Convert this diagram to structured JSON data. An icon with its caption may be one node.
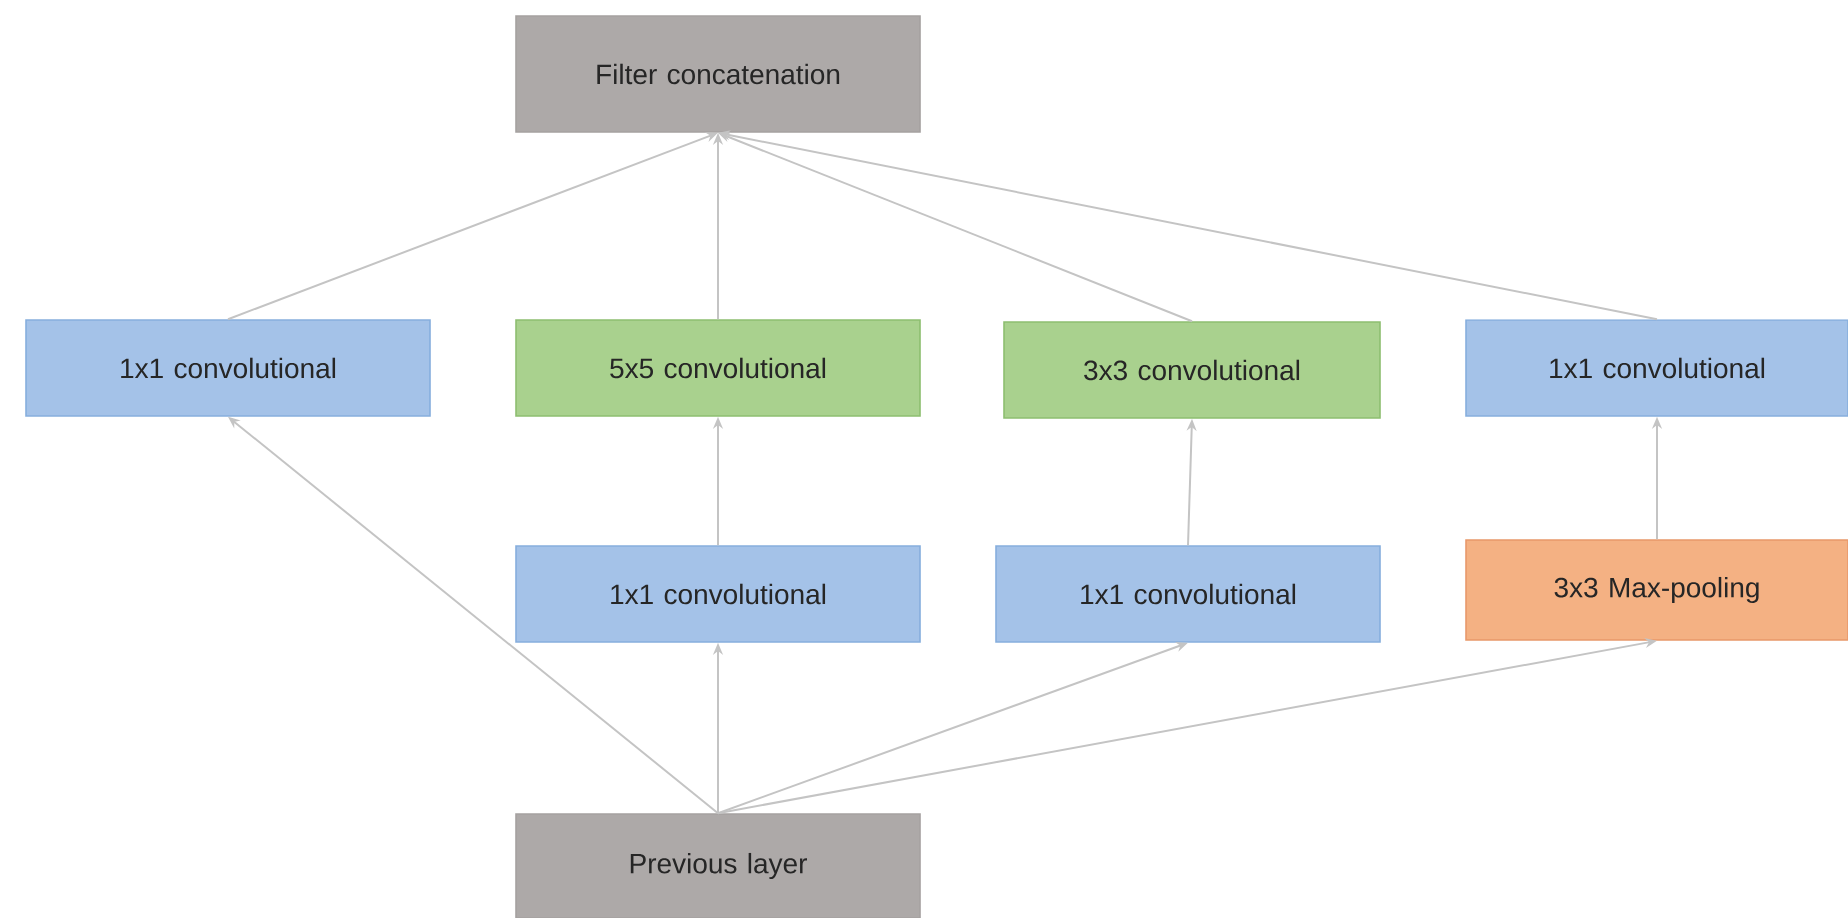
{
  "diagram": {
    "nodes": [
      {
        "text": [
          "Filter concatenation"
        ]
      },
      {
        "text": [
          "1x1 convolutional"
        ]
      },
      {
        "text": [
          "5x5 convolutional"
        ]
      },
      {
        "text": [
          "3x3 convolutional"
        ]
      },
      {
        "text": [
          "1x1 convolutional"
        ]
      },
      {
        "text": [
          "1x1 convolutional"
        ]
      },
      {
        "text": [
          "1x1 convolutional"
        ]
      },
      {
        "text": [
          "3x3 Max-pooling"
        ]
      },
      {
        "text": [
          "Previous layer"
        ]
      }
    ],
    "edges": [
      {
        "from": 1,
        "to": 0,
        "arrow": "to"
      },
      {
        "from": 2,
        "to": 0,
        "arrow": "to"
      },
      {
        "from": 3,
        "to": 0,
        "arrow": "to"
      },
      {
        "from": 4,
        "to": 0,
        "arrow": "to"
      },
      {
        "from": 8,
        "to": 1,
        "arrow": "to"
      },
      {
        "from": 8,
        "to": 5,
        "arrow": "to"
      },
      {
        "from": 8,
        "to": 6,
        "arrow": "to"
      },
      {
        "from": 8,
        "to": 7,
        "arrow": "to"
      },
      {
        "from": 5,
        "to": 2,
        "arrow": "to"
      },
      {
        "from": 6,
        "to": 3,
        "arrow": "to"
      },
      {
        "from": 7,
        "to": 4,
        "arrow": "to"
      }
    ]
  }
}
